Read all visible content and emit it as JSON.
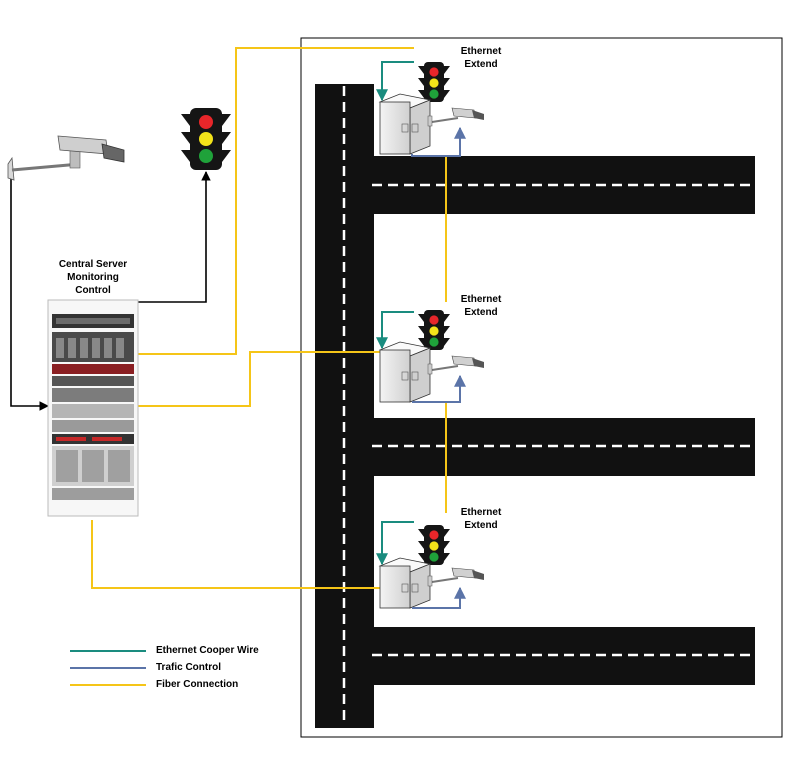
{
  "central_server": {
    "label_line1": "Central Server",
    "label_line2": "Monitoring",
    "label_line3": "Control"
  },
  "nodes": [
    {
      "label_line1": "Ethernet",
      "label_line2": "Extend"
    },
    {
      "label_line1": "Ethernet",
      "label_line2": "Extend"
    },
    {
      "label_line1": "Ethernet",
      "label_line2": "Extend"
    }
  ],
  "legend": [
    {
      "label": "Ethernet Cooper Wire",
      "color": "#1a8c7f"
    },
    {
      "label": "Trafic Control",
      "color": "#5b74a8"
    },
    {
      "label": "Fiber Connection",
      "color": "#f5c518"
    }
  ],
  "colors": {
    "fiber": "#f5c518",
    "ethernet": "#1a8c7f",
    "traffic": "#5b74a8",
    "road": "#111111",
    "light_red": "#e8262a",
    "light_yellow": "#f3e31a",
    "light_green": "#1fa23a"
  }
}
